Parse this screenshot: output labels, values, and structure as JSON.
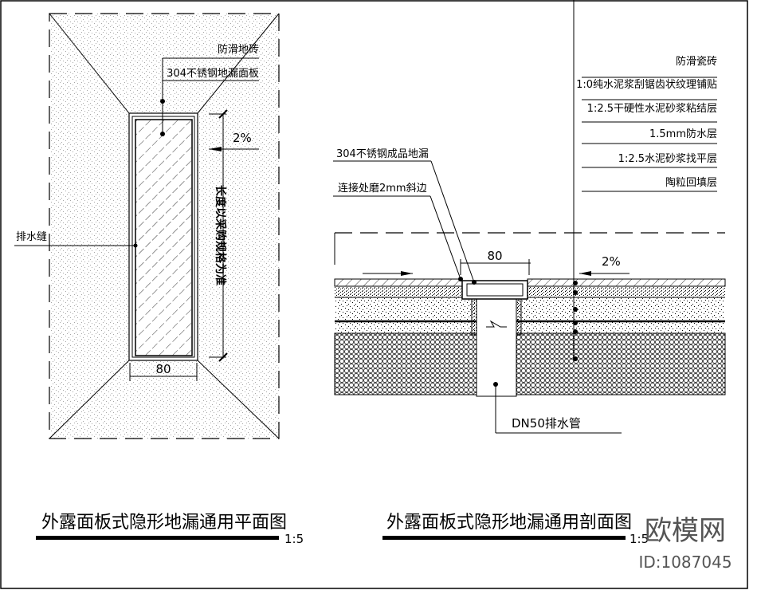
{
  "plan": {
    "label_tile": "防滑地砖",
    "label_panel": "304不锈钢地漏面板",
    "slope": "2%",
    "length_note": "长度以采购规格为准",
    "width_dim": "80",
    "label_gap": "排水缝",
    "title": "外露面板式隐形地漏通用平面图",
    "scale": "1:5"
  },
  "section": {
    "layers": [
      "防滑瓷砖",
      "1:0纯水泥浆刮锯齿状纹理铺贴",
      "1:2.5干硬性水泥砂浆粘结层",
      "1.5mm防水层",
      "1:2.5水泥砂浆找平层",
      "陶粒回填层"
    ],
    "label_drain": "304不锈钢成品地漏",
    "label_bevel": "连接处磨2mm斜边",
    "width_dim": "80",
    "slope": "2%",
    "label_pipe": "DN50排水管",
    "title": "外露面板式隐形地漏通用剖面图",
    "scale": "1:5"
  },
  "watermark": {
    "brand": "欧模网",
    "id": "ID:1087045"
  }
}
